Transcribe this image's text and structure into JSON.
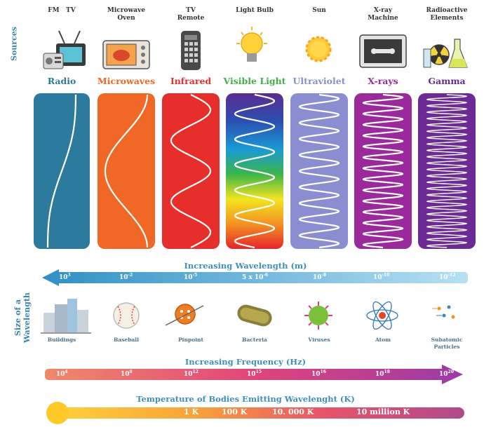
{
  "side_labels": {
    "sources": "Sources",
    "size": "Size of a\nWavelength"
  },
  "sources": [
    {
      "label": "FM   TV",
      "icon": "radio-tv-icon"
    },
    {
      "label": "Microwave\nOven",
      "icon": "microwave-oven-icon"
    },
    {
      "label": "TV\nRemote",
      "icon": "tv-remote-icon"
    },
    {
      "label": "Light Bulb",
      "icon": "light-bulb-icon"
    },
    {
      "label": "Sun",
      "icon": "sun-icon"
    },
    {
      "label": "X-ray\nMachine",
      "icon": "xray-machine-icon"
    },
    {
      "label": "Radioactive\nElements",
      "icon": "radioactive-flasks-icon"
    }
  ],
  "bands": [
    {
      "name": "Radio",
      "color": "#2c7a9e"
    },
    {
      "name": "Microwaves",
      "color": "#f16726"
    },
    {
      "name": "Infrared",
      "color": "#e62e2a"
    },
    {
      "name": "Visible Light",
      "color": "#3fb04a"
    },
    {
      "name": "Ultraviolet",
      "color": "#8a8ed0"
    },
    {
      "name": "X-rays",
      "color": "#9a2a9c"
    },
    {
      "name": "Gamma",
      "color": "#6c2a95"
    }
  ],
  "wavelength": {
    "title": "Increasing Wavelength (m)",
    "ticks": [
      {
        "base": "10",
        "exp": "3"
      },
      {
        "base": "10",
        "exp": "-2"
      },
      {
        "base": "10",
        "exp": "-5"
      },
      {
        "base": "5 x 10",
        "exp": "-6"
      },
      {
        "base": "10",
        "exp": "-8"
      },
      {
        "base": "10",
        "exp": "-10"
      },
      {
        "base": "10",
        "exp": "-12"
      }
    ]
  },
  "objects": [
    {
      "label": "Buildings",
      "icon": "buildings-icon"
    },
    {
      "label": "Baseball",
      "icon": "baseball-icon"
    },
    {
      "label": "Pinpoint",
      "icon": "needle-button-icon"
    },
    {
      "label": "Bacteria",
      "icon": "bacteria-icon"
    },
    {
      "label": "Viruses",
      "icon": "virus-icon"
    },
    {
      "label": "Atom",
      "icon": "atom-icon"
    },
    {
      "label": "Subatomic\nParticles",
      "icon": "subatomic-particles-icon"
    }
  ],
  "frequency": {
    "title": "Increasing Frequency (Hz)",
    "ticks": [
      {
        "base": "10",
        "exp": "4"
      },
      {
        "base": "10",
        "exp": "8"
      },
      {
        "base": "10",
        "exp": "12"
      },
      {
        "base": "10",
        "exp": "15"
      },
      {
        "base": "10",
        "exp": "16"
      },
      {
        "base": "10",
        "exp": "18"
      },
      {
        "base": "10",
        "exp": "20"
      }
    ]
  },
  "temperature": {
    "title": "Temperature of Bodies Emitting Wavelenght (K)",
    "ticks": [
      "1 K",
      "100 K",
      "10. 000 K",
      "10 million K"
    ]
  }
}
